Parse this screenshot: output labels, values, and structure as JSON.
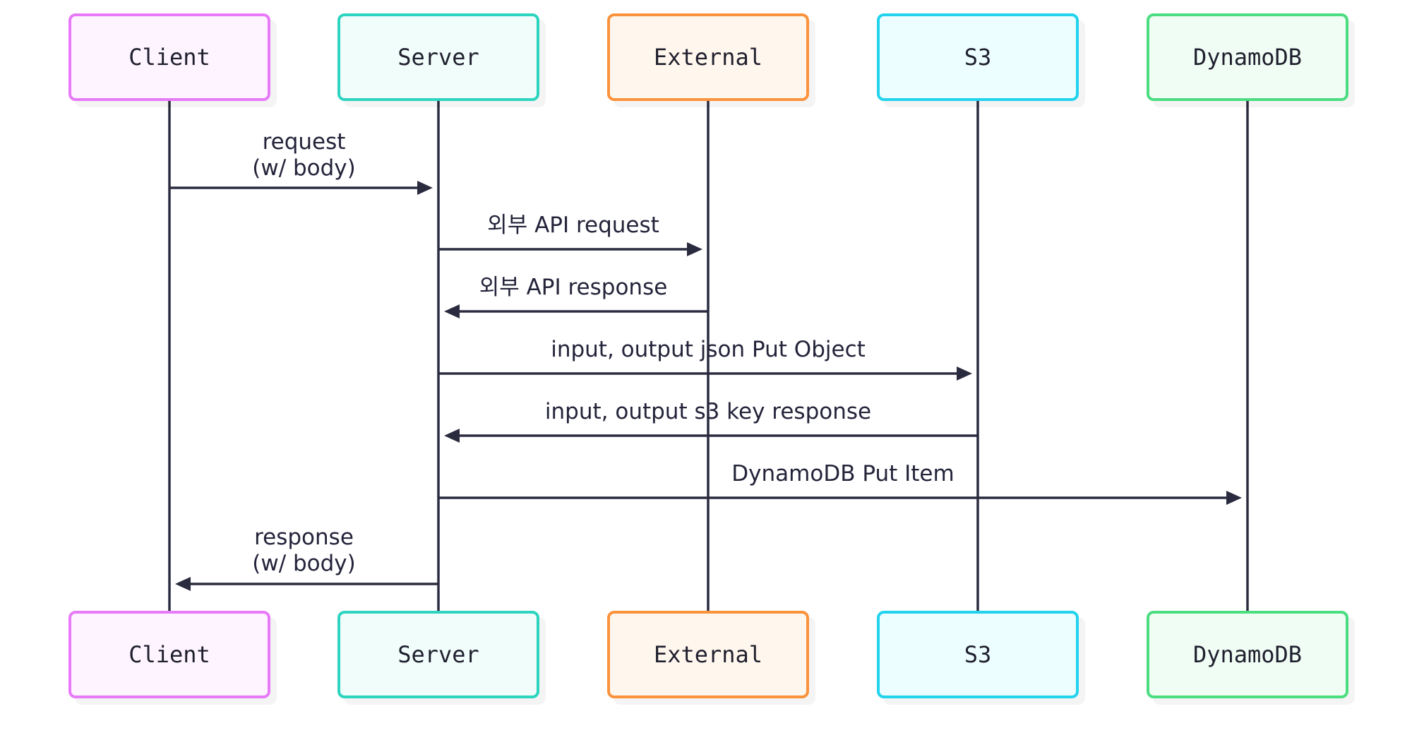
{
  "actors": [
    {
      "id": "client",
      "label": "Client",
      "border": "#e879f9",
      "fill": "#fdf4ff"
    },
    {
      "id": "server",
      "label": "Server",
      "border": "#2dd4bf",
      "fill": "#f0fdfa"
    },
    {
      "id": "external",
      "label": "External",
      "border": "#fb923c",
      "fill": "#fff7ed"
    },
    {
      "id": "s3",
      "label": "S3",
      "border": "#22d3ee",
      "fill": "#ecfeff"
    },
    {
      "id": "dynamodb",
      "label": "DynamoDB",
      "border": "#4ade80",
      "fill": "#f0fdf4"
    }
  ],
  "messages": [
    {
      "from": "client",
      "to": "server",
      "label": "request\n(w/ body)"
    },
    {
      "from": "server",
      "to": "external",
      "label": "외부 API request"
    },
    {
      "from": "external",
      "to": "server",
      "label": "외부 API response"
    },
    {
      "from": "server",
      "to": "s3",
      "label": "input, output json Put Object"
    },
    {
      "from": "s3",
      "to": "server",
      "label": "input, output s3 key response"
    },
    {
      "from": "server",
      "to": "dynamodb",
      "label": "DynamoDB Put Item"
    },
    {
      "from": "server",
      "to": "client",
      "label": "response\n(w/ body)"
    }
  ],
  "colors": {
    "line": "#2b2b40",
    "text": "#23233a"
  }
}
